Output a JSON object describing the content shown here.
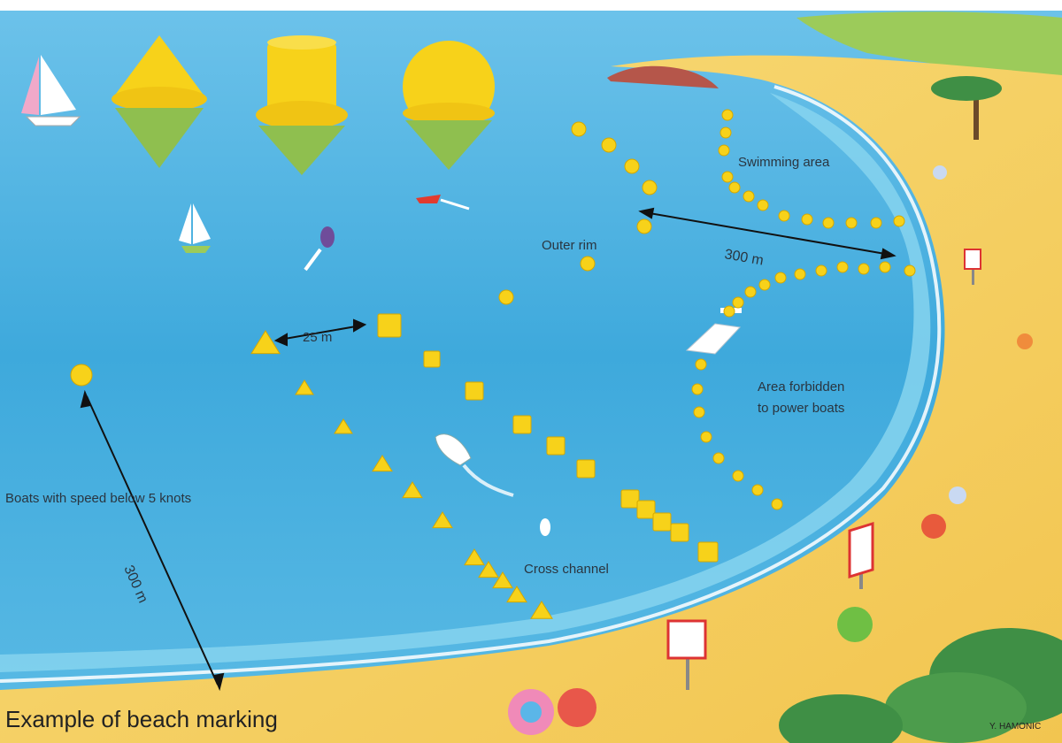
{
  "title": "Example of beach marking",
  "credit": "Y. HAMONIC",
  "labels": {
    "swimming_area": "Swimming area",
    "outer_rim": "Outer rim",
    "area_forbidden_line1": "Area forbidden",
    "area_forbidden_line2": "to power boats",
    "cross_channel": "Cross channel",
    "boats_speed": "Boats with speed below 5 knots",
    "dist_300m_top": "300 m",
    "dist_300m_left": "300 m",
    "dist_25m": "25 m"
  },
  "buoy_types": [
    "cone-buoy-icon",
    "can-buoy-icon",
    "sphere-buoy-icon"
  ],
  "colors": {
    "sea": "#3ea9dc",
    "sea_shallow": "#7fd0f0",
    "sand": "#f4cf5e",
    "grass": "#9ccb5a",
    "buoy": "#f7d21a",
    "buoy_reflection": "#8fbf4f"
  }
}
